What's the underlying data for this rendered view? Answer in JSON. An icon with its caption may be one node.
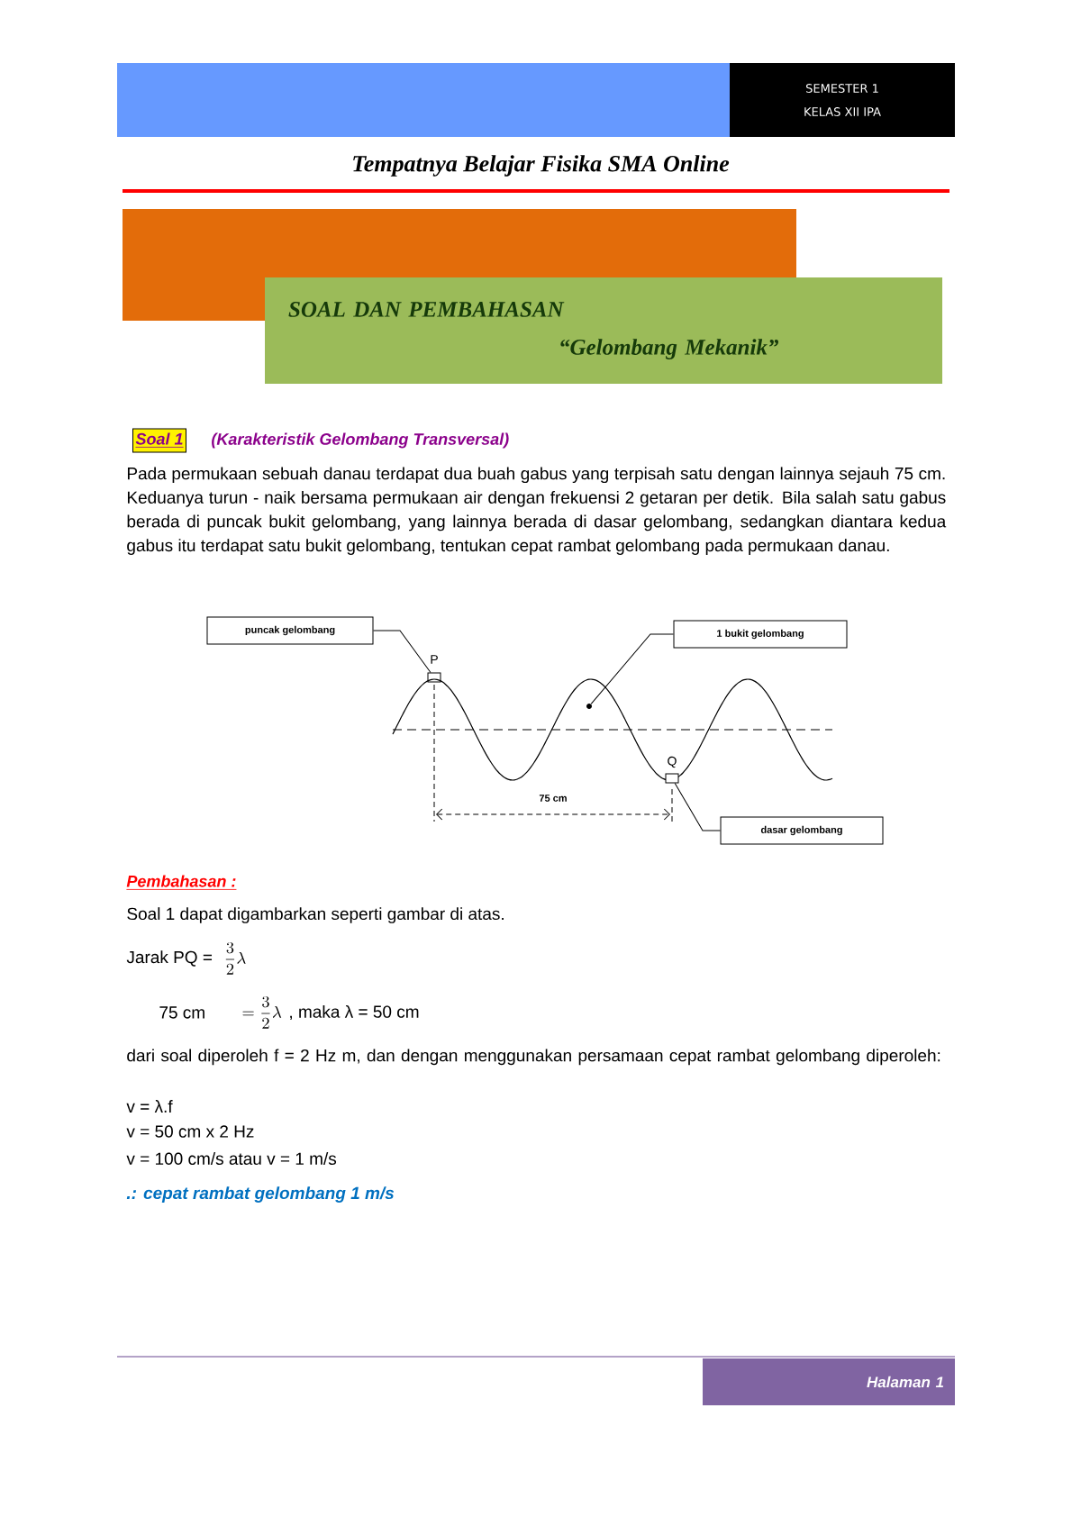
{
  "diagram": {
    "nodes": [
      {
        "text": [],
        "shape": "bar"
      },
      {
        "text": [
          "SEMESTER 1",
          "KELAS XII IPA"
        ]
      },
      {
        "text": [],
        "shape": "bar"
      },
      {
        "text": [
          "SOAL DAN PEMBAHASAN",
          "“Gelombang Mekanik”"
        ]
      },
      {
        "text": [
          "Soal 1"
        ]
      },
      {
        "text": [
          "puncak gelombang"
        ]
      },
      {
        "text": [],
        "shape": "box",
        "beside": [
          "P"
        ]
      },
      {
        "text": [
          "1 bukit gelombang"
        ]
      },
      {
        "text": [],
        "shape": "circle"
      },
      {
        "text": [],
        "shape": "box",
        "beside": [
          "Q"
        ]
      },
      {
        "text": [
          "dasar gelombang"
        ]
      },
      {
        "text": [
          "Halaman 1"
        ]
      }
    ],
    "edges": [
      {
        "from": 5,
        "to": 6,
        "arrow": "none"
      },
      {
        "from": 7,
        "to": 8,
        "arrow": "none"
      },
      {
        "from": 10,
        "to": 9,
        "arrow": "none"
      }
    ],
    "labels": [
      "Tempatnya Belajar Fisika SMA Online",
      "(Karakteristik Gelombang Transversal)",
      "Pada permukaan sebuah danau terdapat dua buah gabus yang terpisah satu dengan lainnya sejauh 75 cm. Keduanya turun - naik bersama permukaan air dengan frekuensi 2 getaran per detik. Bila salah satu gabus berada di puncak bukit gelombang, yang lainnya berada di dasar gelombang, sedangkan diantara kedua gabus itu terdapat satu bukit gelombang, tentukan cepat rambat gelombang pada permukaan danau.",
      "75 cm",
      "Pembahasan :",
      "Soal 1 dapat digambarkan seperti gambar di atas.",
      "Jarak PQ =",
      "\\frac{3}{2}\\lambda",
      "75 cm",
      "= \\frac{3}{2}\\lambda",
      ", maka λ = 50 cm",
      "dari soal diperoleh f = 2 Hz m, dan dengan menggunakan persamaan cepat rambat gelombang diperoleh:",
      "v = λ.f",
      "v = 50 cm x 2 Hz",
      "v = 100 cm/s atau v = 1 m/s",
      ".: cepat rambat gelombang 1 m/s"
    ]
  }
}
